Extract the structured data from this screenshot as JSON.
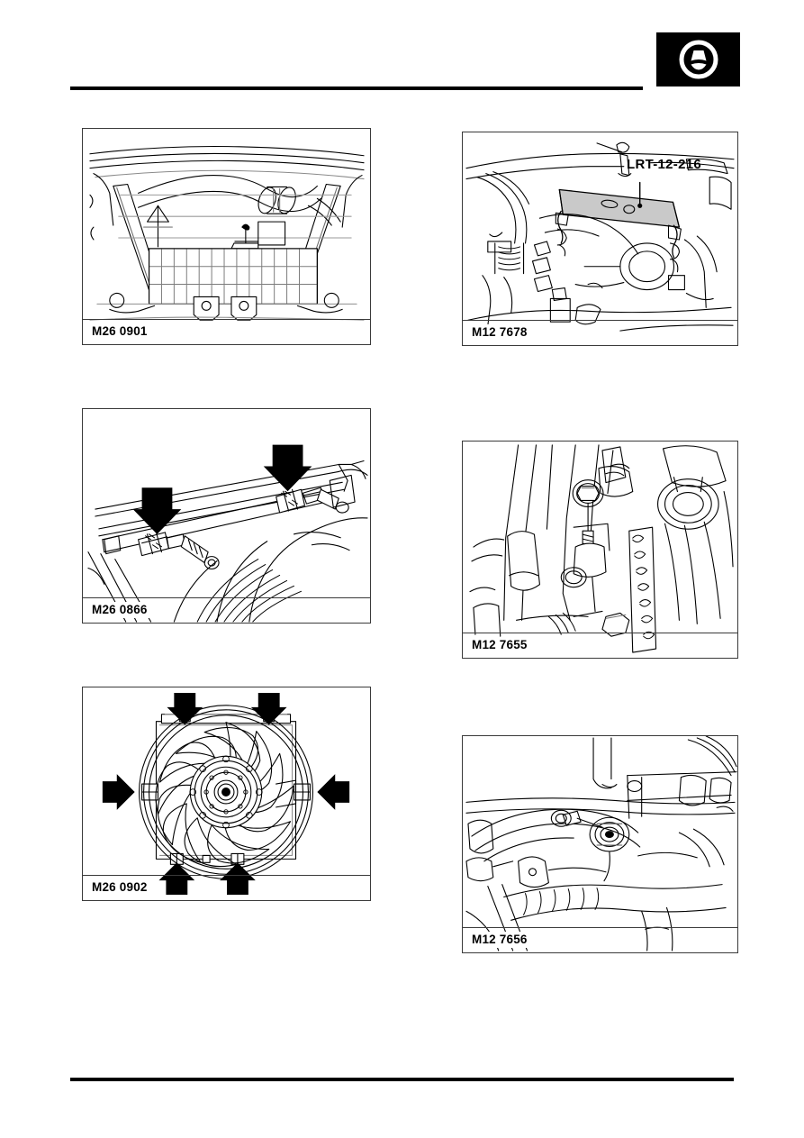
{
  "page": {
    "background_color": "#ffffff",
    "rule_color": "#000000",
    "document_type": "service-manual-illustration-page"
  },
  "header": {
    "logo": {
      "icon": "steering-wheel-icon",
      "background_color": "#000000",
      "foreground_color": "#ffffff"
    }
  },
  "figures": [
    {
      "id": "panel-1",
      "caption": "M26 0901",
      "description": "Radiator top panel and bonnet slam panel with hose and mounting brackets",
      "annotations": []
    },
    {
      "id": "panel-2",
      "caption": "M12 7678",
      "description": "Engine bay with engine support bar fitted across slam panel",
      "annotations": [
        {
          "type": "tool-label",
          "text": "LRT-12-216"
        }
      ]
    },
    {
      "id": "panel-3",
      "caption": "M26 0866",
      "description": "Radiator upper mounting rail with two fixing clips",
      "annotations": [
        {
          "type": "arrow",
          "direction": "down"
        },
        {
          "type": "arrow",
          "direction": "down"
        }
      ]
    },
    {
      "id": "panel-4",
      "caption": "M26 0902",
      "description": "Cooling fan and cowl assembly showing six retaining clip locations",
      "annotations": [
        {
          "type": "arrow",
          "direction": "down"
        },
        {
          "type": "arrow",
          "direction": "down"
        },
        {
          "type": "arrow",
          "direction": "right"
        },
        {
          "type": "arrow",
          "direction": "left"
        },
        {
          "type": "arrow",
          "direction": "up"
        },
        {
          "type": "arrow",
          "direction": "up"
        }
      ]
    },
    {
      "id": "panel-5",
      "caption": "M12 7655",
      "description": "Engine mounting bolt and bracket detail viewed from above",
      "annotations": []
    },
    {
      "id": "panel-6",
      "caption": "M12 7656",
      "description": "Underside view of engine mounting nut and suspension arm",
      "annotations": []
    }
  ]
}
